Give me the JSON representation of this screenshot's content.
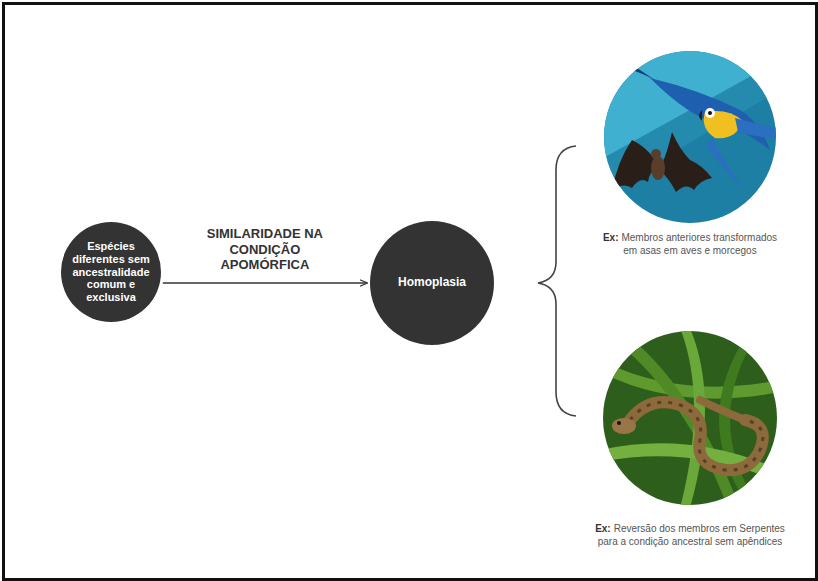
{
  "diagram": {
    "nodes": [
      {
        "text": [
          "Espécies diferentes sem ancestralidade comum e exclusiva"
        ]
      },
      {
        "text": [
          "Homoplasia"
        ]
      }
    ],
    "edges": [
      {
        "from": 0,
        "to": 1,
        "arrow": "to",
        "label": "SIMILARIDADE NA CONDIÇÃO APOMÓRFICA"
      }
    ],
    "labels": [
      "Ex:",
      "Membros anteriores transformados em asas em aves e morcegos",
      "Ex:",
      "Reversão dos membros em Serpentes para a condição ancestral sem apêndices"
    ]
  }
}
